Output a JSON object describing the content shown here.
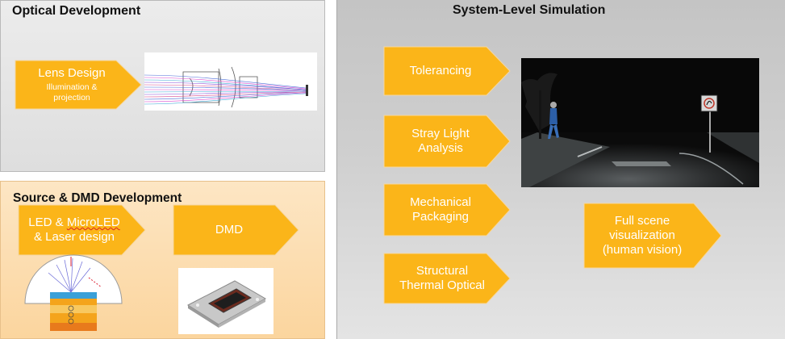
{
  "panels": {
    "optical": {
      "title": "Optical Development"
    },
    "source": {
      "title": "Source & DMD Development"
    },
    "system": {
      "title": "System-Level Simulation"
    }
  },
  "arrows": {
    "lens_design": {
      "title": "Lens Design",
      "sub1": "Illumination &",
      "sub2": "projection"
    },
    "led": {
      "line1a": "LED & ",
      "line1b": "MicroLED",
      "line2": "& Laser design"
    },
    "dmd": {
      "label": "DMD"
    },
    "tolerancing": {
      "label": "Tolerancing"
    },
    "stray": {
      "line1": "Stray Light",
      "line2": "Analysis"
    },
    "mech": {
      "line1": "Mechanical",
      "line2": "Packaging"
    },
    "sto": {
      "line1": "Structural",
      "line2": "Thermal Optical"
    },
    "full": {
      "line1": "Full scene",
      "line2": "visualization",
      "line3": "(human vision)"
    }
  },
  "colors": {
    "arrow_fill": "#fbb519",
    "arrow_edge": "#f6d7a0",
    "optical_bg": "#e4e4e4",
    "source_bg": "#fcdcb0",
    "system_bg": "#cccccc"
  },
  "images": {
    "lens": "lens-ray-trace",
    "scene": "night-road-scene",
    "led": "led-cross-section",
    "dmd": "dmd-chip"
  }
}
